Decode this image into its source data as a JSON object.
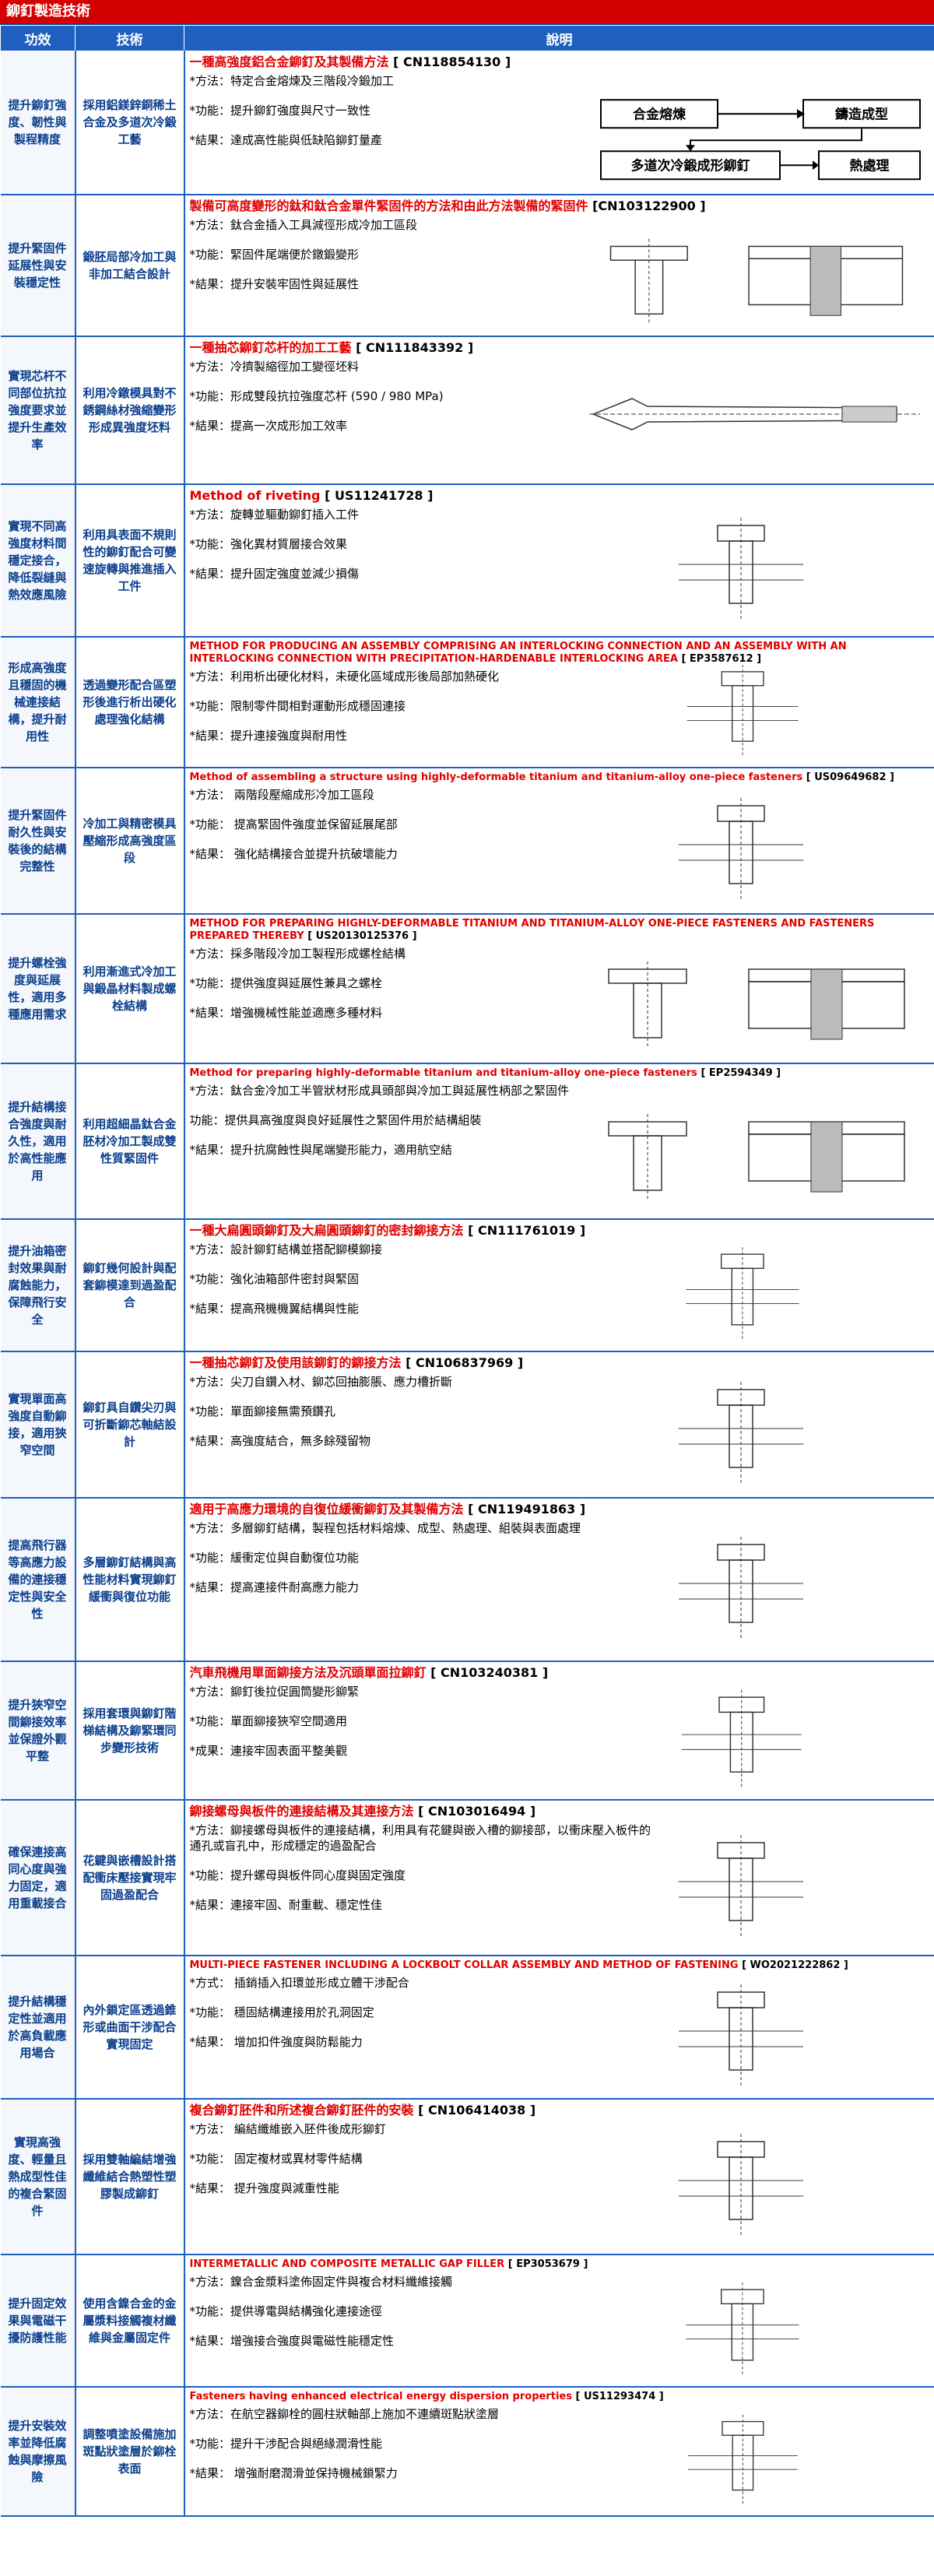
{
  "page_title": "鉚釘製造技術",
  "headers": {
    "effect": "功效",
    "tech": "技術",
    "desc": "說明"
  },
  "flow": {
    "a": "合金熔煉",
    "b": "鑄造成型",
    "c": "多道次冷鍛成形鉚釘",
    "d": "熱處理"
  },
  "rows": [
    {
      "effect": "提升鉚釘強度、韌性與製程精度",
      "tech": "採用鋁鎂鋅銅稀土合金及多道次冷鍛工藝",
      "title": "一種高強度鋁合金鉚釘及其製備方法",
      "pn": "[ CN118854130 ]",
      "lines": [
        "*方法：特定合金熔煉及三階段冷鍛加工",
        "*功能：提升鉚釘強度與尺寸一致性",
        "*結果：達成高性能與低缺陷鉚釘量產"
      ]
    },
    {
      "effect": "提升緊固件延展性與安裝穩定性",
      "tech": "鍛胚局部冷加工與非加工結合設計",
      "title": "製備可高度變形的鈦和鈦合金單件緊固件的方法和由此方法製備的緊固件",
      "pn": "[CN103122900 ]",
      "lines": [
        "*方法：鈦合金插入工具減徑形成冷加工區段",
        "*功能：緊固件尾端便於鐓鍛變形",
        "*結果：提升安裝牢固性與延展性"
      ]
    },
    {
      "effect": "實現芯杆不同部位抗拉強度要求並提升生產效率",
      "tech": "利用冷鐓模具對不銹鋼絲材強縮變形形成異強度坯料",
      "title": "一種抽芯鉚釘芯杆的加工工藝",
      "pn": "[ CN111843392 ]",
      "lines": [
        "*方法：冷擠製縮徑加工變徑坯料",
        "*功能：形成雙段抗拉強度芯杆 (590 / 980 MPa)",
        "*結果：提高一次成形加工效率"
      ]
    },
    {
      "effect": "實現不同高強度材料間穩定接合，降低裂縫與熱效應風險",
      "tech": "利用具表面不規則性的鉚釘配合可變速旋轉與推進插入工件",
      "title": "Method of riveting",
      "pn": "[ US11241728 ]",
      "lines": [
        "*方法：旋轉並驅動鉚釘插入工件",
        "*功能：強化異材質層接合效果",
        "*結果：提升固定強度並減少損傷"
      ]
    },
    {
      "effect": "形成高強度且穩固的機械連接結構，提升耐用性",
      "tech": "透過變形配合區塑形後進行析出硬化處理強化結構",
      "title": "METHOD FOR PRODUCING AN ASSEMBLY COMPRISING AN INTERLOCKING CONNECTION AND AN ASSEMBLY WITH AN INTERLOCKING CONNECTION WITH PRECIPITATION-HARDENABLE INTERLOCKING AREA",
      "pn": "[ EP3587612 ]",
      "lines": [
        "*方法：利用析出硬化材料，未硬化區域成形後局部加熱硬化",
        "*功能：限制零件間相對運動形成穩固連接",
        "*結果：提升連接強度與耐用性"
      ]
    },
    {
      "effect": "提升緊固件耐久性與安裝後的結構完整性",
      "tech": "冷加工與精密模具壓縮形成高強度區段",
      "title": "Method of assembling a structure using highly-deformable titanium and titanium-alloy one-piece fasteners",
      "pn": "[ US09649682 ]",
      "lines": [
        "*方法： 兩階段壓縮成形冷加工區段",
        "*功能： 提高緊固件強度並保留延展尾部",
        "*結果： 強化結構接合並提升抗破壞能力"
      ]
    },
    {
      "effect": "提升螺栓強度與延展性，適用多種應用需求",
      "tech": "利用漸進式冷加工與鍛晶材料製成螺栓結構",
      "title": "METHOD FOR PREPARING HIGHLY-DEFORMABLE TITANIUM AND TITANIUM-ALLOY ONE-PIECE FASTENERS AND FASTENERS PREPARED THEREBY",
      "pn": "[ US20130125376 ]",
      "lines": [
        "*方法：採多階段冷加工製程形成螺栓結構",
        "*功能：提供強度與延展性兼具之螺栓",
        "*結果：增強機械性能並適應多種材料"
      ]
    },
    {
      "effect": "提升結構接合強度與耐久性，適用於高性能應用",
      "tech": "利用超細晶鈦合金胚材冷加工製成雙性質緊固件",
      "title": "Method for preparing highly-deformable titanium and titanium-alloy one-piece fasteners",
      "pn": "[ EP2594349 ]",
      "lines": [
        "*方法：鈦合金冷加工半管狀材形成具頭部與冷加工與延展性柄部之緊固件",
        "功能：提供具高強度與良好延展性之緊固件用於結構組裝",
        "*結果：提升抗腐蝕性與尾端變形能力，適用航空結"
      ]
    },
    {
      "effect": "提升油箱密封效果與耐腐蝕能力，保障飛行安全",
      "tech": "鉚釘幾何設計與配套鉚模達到過盈配合",
      "title": "一種大扁圓頭鉚釘及大扁圓頭鉚釘的密封鉚接方法",
      "pn": "[ CN111761019 ]",
      "lines": [
        "*方法：設計鉚釘結構並搭配鉚模鉚接",
        "*功能：強化油箱部件密封與緊固",
        "*結果：提高飛機機翼結構與性能"
      ]
    },
    {
      "effect": "實現單面高強度自動鉚接，適用狹窄空間",
      "tech": "鉚釘具自鑽尖刃與可折斷鉚芯軸結設計",
      "title": "一種抽芯鉚釘及使用該鉚釘的鉚接方法",
      "pn": "[ CN106837969 ]",
      "lines": [
        "*方法：尖刀自鑽入材、鉚芯回抽膨脹、應力槽折斷",
        "*功能：單面鉚接無需預鑽孔",
        "*結果：高強度結合，無多餘殘留物"
      ]
    },
    {
      "effect": "提高飛行器等高應力設備的連接穩定性與安全性",
      "tech": "多層鉚釘結構與高性能材料實現鉚釘緩衝與復位功能",
      "title": "適用于高應力環境的自復位緩衝鉚釘及其製備方法",
      "pn": "[ CN119491863 ]",
      "lines": [
        "*方法：多層鉚釘結構，製程包括材料熔煉、成型、熱處理、組裝與表面處理",
        "*功能：緩衝定位與自動復位功能",
        "*結果：提高連接件耐高應力能力"
      ]
    },
    {
      "effect": "提升狹窄空間鉚接效率並保證外觀平整",
      "tech": "採用套環與鉚釘階梯結構及鉚緊環同步變形技術",
      "title": "汽車飛機用單面鉚接方法及沉頭單面拉鉚釘",
      "pn": "[ CN103240381 ]",
      "lines": [
        "*方法：鉚釘後拉促圓筒變形鉚緊",
        "*功能：單面鉚接狹窄空間適用",
        "*成果：連接牢固表面平整美觀"
      ]
    },
    {
      "effect": "確保連接高同心度與強力固定，適用重載接合",
      "tech": "花鍵與嵌槽設計搭配衝床壓接實現牢固過盈配合",
      "title": "鉚接螺母與板件的連接結構及其連接方法",
      "pn": "[ CN103016494 ]",
      "lines": [
        "*方法：鉚接螺母與板件的連接結構，利用具有花鍵與嵌入槽的鉚接部，以衝床壓入板件的通孔或盲孔中，形成穩定的過盈配合",
        "*功能：提升螺母與板件同心度與固定強度",
        "*結果：連接牢固、耐重載、穩定性佳"
      ]
    },
    {
      "effect": "提升結構穩定性並適用於高負載應用場合",
      "tech": "內外鎖定區透過錐形或曲面干涉配合實現固定",
      "title": "MULTI-PIECE FASTENER INCLUDING A LOCKBOLT COLLAR ASSEMBLY AND METHOD OF FASTENING",
      "pn": "[ WO2021222862 ]",
      "lines": [
        "*方式： 插銷插入扣環並形成立體干涉配合",
        "*功能： 穩固結構連接用於孔洞固定",
        "*結果： 增加扣件強度與防鬆能力"
      ]
    },
    {
      "effect": "實現高強度、輕量且熱成型性佳的複合緊固件",
      "tech": "採用雙軸編結增強纖維結合熱塑性塑膠製成鉚釘",
      "title": "複合鉚釘胚件和所述複合鉚釘胚件的安裝",
      "pn": "[ CN106414038 ]",
      "lines": [
        "*方法： 編結纖維嵌入胚件後成形鉚釘",
        "*功能： 固定複材或異材零件結構",
        "*結果： 提升強度與減重性能"
      ]
    },
    {
      "effect": "提升固定效果與電磁干擾防護性能",
      "tech": "使用含鎳合金的金屬漿料接觸複材纖維與金屬固定件",
      "title": "INTERMETALLIC AND COMPOSITE METALLIC GAP FILLER",
      "pn": "[ EP3053679 ]",
      "lines": [
        "*方法：鎳合金漿料塗佈固定件與複合材料纖維接觸",
        "*功能：提供導電與結構強化連接途徑",
        "*結果：增強接合強度與電磁性能穩定性"
      ]
    },
    {
      "effect": "提升安裝效率並降低腐蝕與摩擦風險",
      "tech": "調整噴塗設備施加斑點狀塗層於鉚栓表面",
      "title": "Fasteners having enhanced electrical energy dispersion properties",
      "pn": "[ US11293474 ]",
      "lines": [
        "*方法：在航空器鉚栓的圓柱狀軸部上施加不連續斑點狀塗層",
        "*功能：提升干涉配合與絕緣潤滑性能",
        "*結果： 增強耐磨潤滑並保持機械鎖緊力"
      ]
    }
  ]
}
